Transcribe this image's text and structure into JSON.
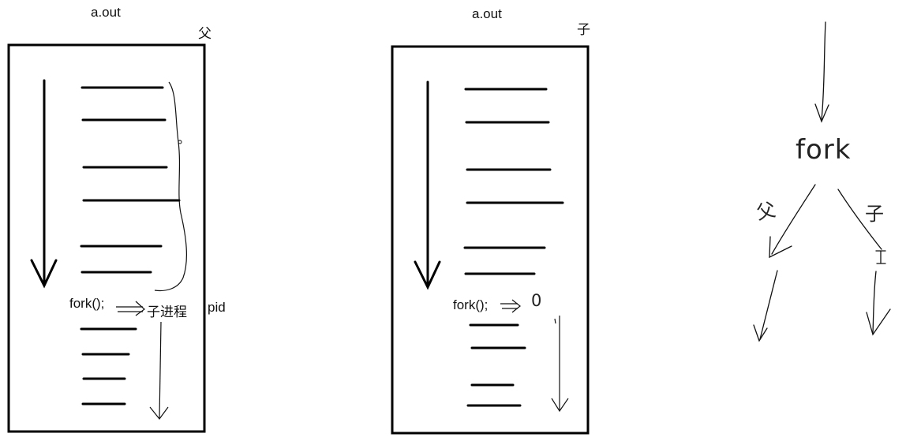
{
  "parent_panel": {
    "title": "a.out",
    "owner_tag": "父",
    "fork_call": "fork();",
    "arrow_target": "子进程",
    "pid_label": "pid"
  },
  "child_panel": {
    "title": "a.out",
    "owner_tag": "子",
    "fork_call": "fork();",
    "return_value": "0"
  },
  "fork_sketch": {
    "fork_text": "fork",
    "left_branch": "父",
    "right_branch": "子"
  }
}
